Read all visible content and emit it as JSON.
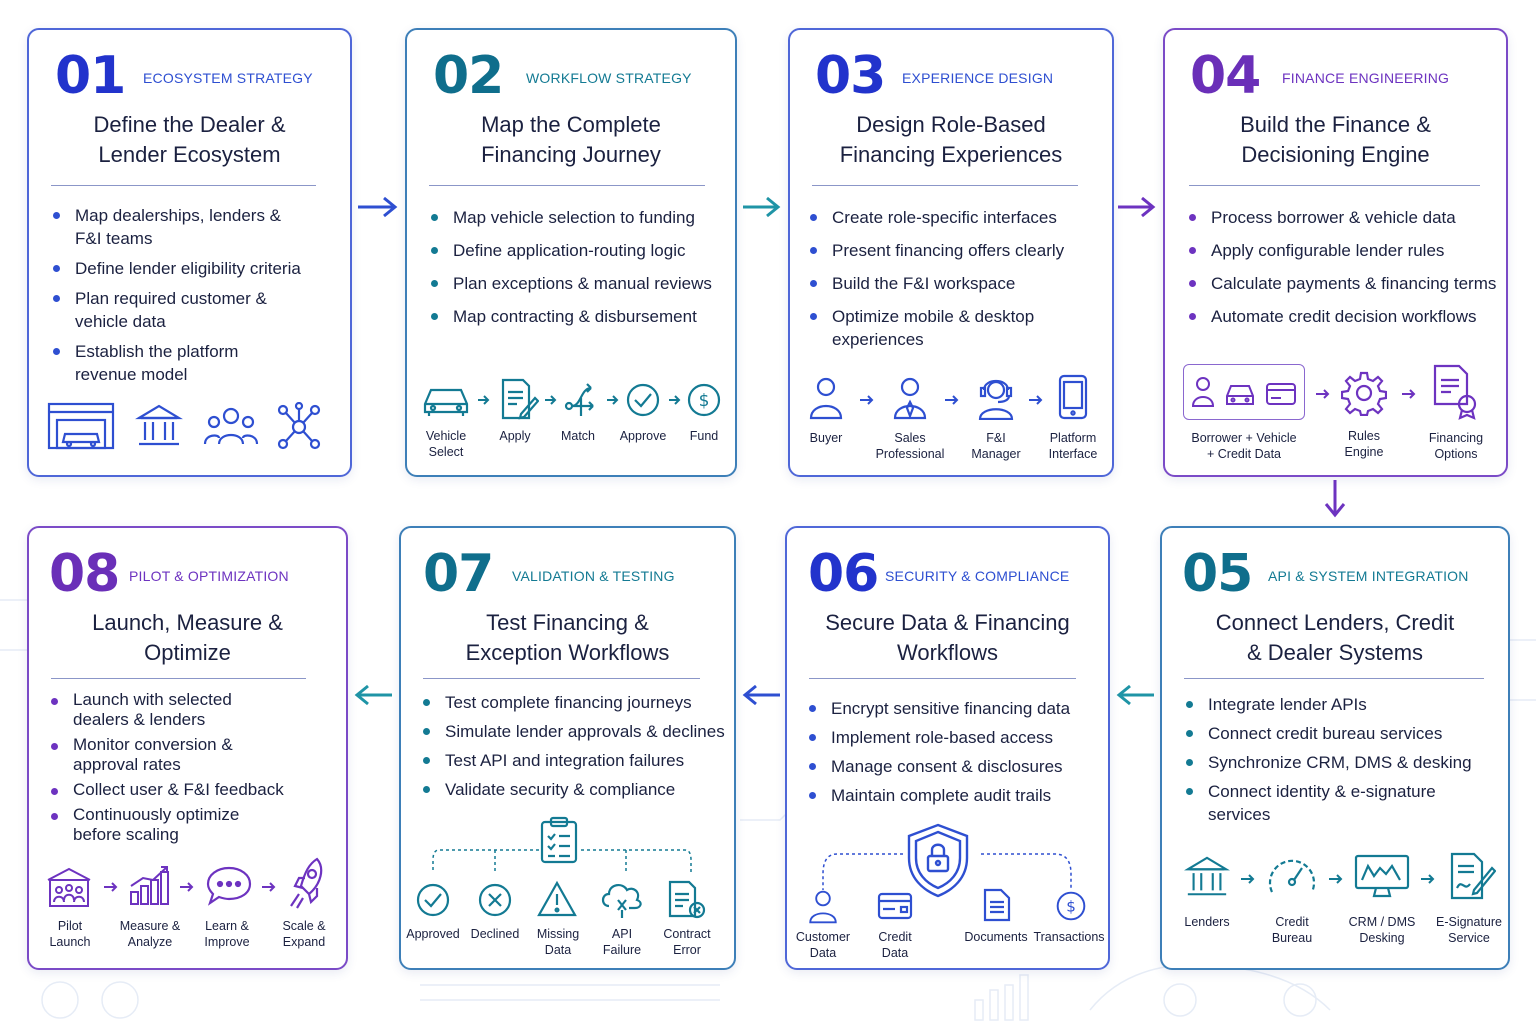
{
  "steps": [
    {
      "number": "01",
      "category": "ECOSYSTEM STRATEGY",
      "title_lines": [
        "Define the Dealer &",
        "Lender Ecosystem"
      ],
      "bullets": [
        [
          "Map dealerships, lenders &",
          "F&I teams"
        ],
        [
          "Define lender eligibility criteria"
        ],
        [
          "Plan required customer &",
          "vehicle data"
        ],
        [
          "Establish the platform",
          "revenue model"
        ]
      ],
      "icons": [
        {
          "name": "dealership-icon"
        },
        {
          "name": "bank-icon"
        },
        {
          "name": "people-group-icon"
        },
        {
          "name": "network-icon"
        }
      ]
    },
    {
      "number": "02",
      "category": "WORKFLOW STRATEGY",
      "title_lines": [
        "Map the Complete",
        "Financing Journey"
      ],
      "bullets": [
        [
          "Map vehicle selection to funding"
        ],
        [
          "Define application-routing logic"
        ],
        [
          "Plan exceptions & manual reviews"
        ],
        [
          "Map contracting & disbursement"
        ]
      ],
      "flow": [
        {
          "icon": "car-icon",
          "label": [
            "Vehicle",
            "Select"
          ]
        },
        {
          "icon": "document-edit-icon",
          "label": [
            "Apply"
          ]
        },
        {
          "icon": "routing-icon",
          "label": [
            "Match"
          ]
        },
        {
          "icon": "check-circle-icon",
          "label": [
            "Approve"
          ]
        },
        {
          "icon": "dollar-circle-icon",
          "label": [
            "Fund"
          ]
        }
      ]
    },
    {
      "number": "03",
      "category": "EXPERIENCE DESIGN",
      "title_lines": [
        "Design Role-Based",
        "Financing Experiences"
      ],
      "bullets": [
        [
          "Create role-specific interfaces"
        ],
        [
          "Present financing offers clearly"
        ],
        [
          "Build the F&I workspace"
        ],
        [
          "Optimize mobile & desktop",
          "experiences"
        ]
      ],
      "flow": [
        {
          "icon": "person-icon",
          "label": [
            "Buyer"
          ]
        },
        {
          "icon": "professional-icon",
          "label": [
            "Sales",
            "Professional"
          ]
        },
        {
          "icon": "headset-icon",
          "label": [
            "F&I",
            "Manager"
          ]
        },
        {
          "icon": "mobile-icon",
          "label": [
            "Platform",
            "Interface"
          ]
        }
      ]
    },
    {
      "number": "04",
      "category": "FINANCE ENGINEERING",
      "title_lines": [
        "Build the Finance &",
        "Decisioning Engine"
      ],
      "bullets": [
        [
          "Process borrower & vehicle data"
        ],
        [
          "Apply configurable lender rules"
        ],
        [
          "Calculate payments & financing terms"
        ],
        [
          "Automate credit decision workflows"
        ]
      ],
      "flow": [
        {
          "icon": "borrower-vehicle-credit-icon",
          "label": [
            "Borrower + Vehicle",
            "+ Credit Data"
          ]
        },
        {
          "icon": "gear-icon",
          "label": [
            "Rules",
            "Engine"
          ]
        },
        {
          "icon": "certificate-icon",
          "label": [
            "Financing",
            "Options"
          ]
        }
      ]
    },
    {
      "number": "05",
      "category": "API & SYSTEM INTEGRATION",
      "title_lines": [
        "Connect Lenders, Credit",
        "& Dealer Systems"
      ],
      "bullets": [
        [
          "Integrate lender APIs"
        ],
        [
          "Connect credit bureau services"
        ],
        [
          "Synchronize CRM, DMS & desking"
        ],
        [
          "Connect identity & e-signature",
          "services"
        ]
      ],
      "flow": [
        {
          "icon": "bank-icon",
          "label": [
            "Lenders"
          ]
        },
        {
          "icon": "gauge-icon",
          "label": [
            "Credit",
            "Bureau"
          ]
        },
        {
          "icon": "monitor-icon",
          "label": [
            "CRM / DMS",
            "Desking"
          ]
        },
        {
          "icon": "signature-icon",
          "label": [
            "E-Signature",
            "Service"
          ]
        }
      ]
    },
    {
      "number": "06",
      "category": "SECURITY & COMPLIANCE",
      "title_lines": [
        "Secure Data & Financing",
        "Workflows"
      ],
      "bullets": [
        [
          "Encrypt sensitive financing data"
        ],
        [
          "Implement role-based access"
        ],
        [
          "Manage consent & disclosures"
        ],
        [
          "Maintain complete audit trails"
        ]
      ],
      "flow": [
        {
          "icon": "person-icon",
          "label": [
            "Customer",
            "Data"
          ]
        },
        {
          "icon": "credit-card-icon",
          "label": [
            "Credit",
            "Data"
          ]
        },
        {
          "icon": "document-icon",
          "label": [
            "Documents"
          ]
        },
        {
          "icon": "dollar-circle-icon",
          "label": [
            "Transactions"
          ]
        }
      ],
      "center_icon": "shield-lock-icon"
    },
    {
      "number": "07",
      "category": "VALIDATION & TESTING",
      "title_lines": [
        "Test Financing &",
        "Exception Workflows"
      ],
      "bullets": [
        [
          "Test complete financing journeys"
        ],
        [
          "Simulate lender approvals & declines"
        ],
        [
          "Test API and integration failures"
        ],
        [
          "Validate security & compliance"
        ]
      ],
      "flow": [
        {
          "icon": "check-circle-icon",
          "label": [
            "Approved"
          ]
        },
        {
          "icon": "x-circle-icon",
          "label": [
            "Declined"
          ]
        },
        {
          "icon": "warning-icon",
          "label": [
            "Missing",
            "Data"
          ]
        },
        {
          "icon": "cloud-failure-icon",
          "label": [
            "API",
            "Failure"
          ]
        },
        {
          "icon": "document-error-icon",
          "label": [
            "Contract",
            "Error"
          ]
        }
      ],
      "center_icon": "checklist-icon"
    },
    {
      "number": "08",
      "category": "PILOT & OPTIMIZATION",
      "title_lines": [
        "Launch, Measure &",
        "Optimize"
      ],
      "bullets": [
        [
          "Launch with selected",
          "dealers & lenders"
        ],
        [
          "Monitor conversion &",
          "approval rates"
        ],
        [
          "Collect user & F&I feedback"
        ],
        [
          "Continuously optimize",
          "before scaling"
        ]
      ],
      "flow": [
        {
          "icon": "pilot-group-icon",
          "label": [
            "Pilot",
            "Launch"
          ]
        },
        {
          "icon": "bar-chart-icon",
          "label": [
            "Measure &",
            "Analyze"
          ]
        },
        {
          "icon": "chat-bubble-icon",
          "label": [
            "Learn &",
            "Improve"
          ]
        },
        {
          "icon": "rocket-icon",
          "label": [
            "Scale &",
            "Expand"
          ]
        }
      ]
    }
  ],
  "colors": {
    "blue": "#2233cc",
    "teal": "#0f6e8c",
    "purple": "#6a2fb8",
    "text": "#1b2140"
  }
}
